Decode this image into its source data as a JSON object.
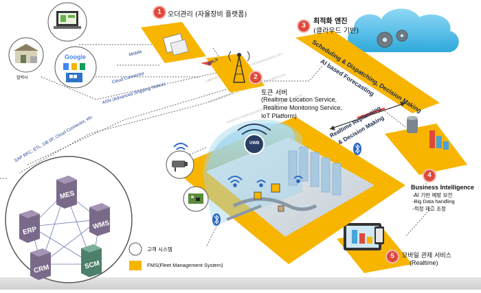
{
  "steps": [
    {
      "num": "1",
      "title": "오더관리 (자율장비 플랫폼)"
    },
    {
      "num": "2",
      "title": "토큰 서버",
      "lines": [
        "(Realtime Location Service,",
        "Realtime Monitoring Service,",
        "IoT Platform)"
      ]
    },
    {
      "num": "3",
      "title": "최적화 엔진",
      "subtitle": "(클라우드 기반)"
    },
    {
      "num": "4",
      "title": "Business Intelligence",
      "lines": [
        "-AI 기반 예방 보전",
        "-Big Data handling",
        "-적정 재고 조정"
      ]
    },
    {
      "num": "5",
      "title": "모바일 관제 서비스",
      "subtitle": "(Realtime)"
    }
  ],
  "partner_label": "협력사",
  "connection_labels": {
    "mobile": "Mobile",
    "cloud_connector": "Cloud Connector",
    "asn": "ASN (Advanced Shipping Notice)",
    "sap": "SAP RFC, ETL, DB I/F, Cloud Connector, etc.",
    "rtls": "RTLS"
  },
  "cloud_banner": {
    "line1": "Scheduling & Dispatching, Decision Making",
    "line2": "AI based Forecasting"
  },
  "replanning": {
    "line1": "Realtime Replanning",
    "line2": "& Decision Making"
  },
  "uwb_label": "UWB",
  "systems": [
    "MES",
    "ERP",
    "WMS",
    "CRM",
    "SCM"
  ],
  "legend": [
    {
      "label": "고객 시스템",
      "color": "#ffffff"
    },
    {
      "label": "FMS(Fleet Management System)",
      "color": "#f7b500"
    }
  ],
  "colors": {
    "fms": "#f7b500",
    "cloud": "#59c3ea",
    "badge": "#e0483a",
    "server": "#7a6a8a",
    "scm_server": "#4d7f6a"
  }
}
